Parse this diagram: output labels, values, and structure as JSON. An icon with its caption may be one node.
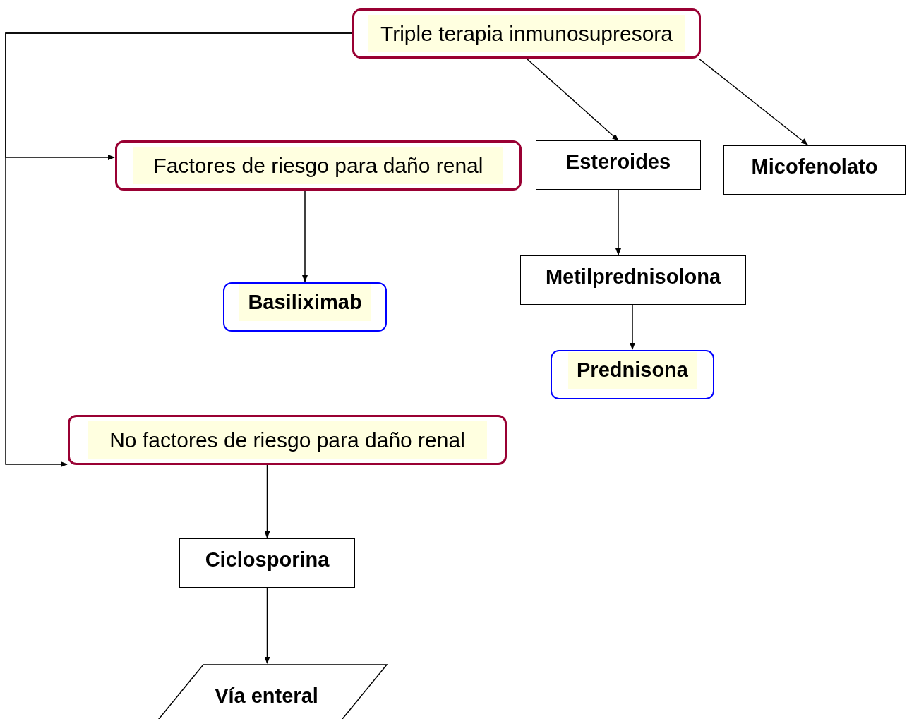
{
  "diagram": {
    "nodes": [
      {
        "text": [
          "Triple terapia inmunosupresora"
        ]
      },
      {
        "text": [
          "Factores de riesgo para daño renal"
        ]
      },
      {
        "text": [
          "Esteroides"
        ]
      },
      {
        "text": [
          "Micofenolato"
        ]
      },
      {
        "text": [
          "Basiliximab"
        ]
      },
      {
        "text": [
          "Metilprednisolona"
        ]
      },
      {
        "text": [
          "Prednisona"
        ]
      },
      {
        "text": [
          "No factores de riesgo para daño renal"
        ]
      },
      {
        "text": [
          "Ciclosporina"
        ]
      },
      {
        "text": [
          "Vía enteral"
        ]
      }
    ],
    "edges": [
      {
        "from": 0,
        "to": 2,
        "arrow": "to"
      },
      {
        "from": 0,
        "to": 3,
        "arrow": "to"
      },
      {
        "from": 0,
        "to": 1,
        "arrow": "to"
      },
      {
        "from": 0,
        "to": 7,
        "arrow": "to"
      },
      {
        "from": 1,
        "to": 4,
        "arrow": "to"
      },
      {
        "from": 2,
        "to": 5,
        "arrow": "to"
      },
      {
        "from": 5,
        "to": 6,
        "arrow": "to"
      },
      {
        "from": 7,
        "to": 8,
        "arrow": "to"
      },
      {
        "from": 8,
        "to": 9,
        "arrow": "to"
      }
    ]
  }
}
